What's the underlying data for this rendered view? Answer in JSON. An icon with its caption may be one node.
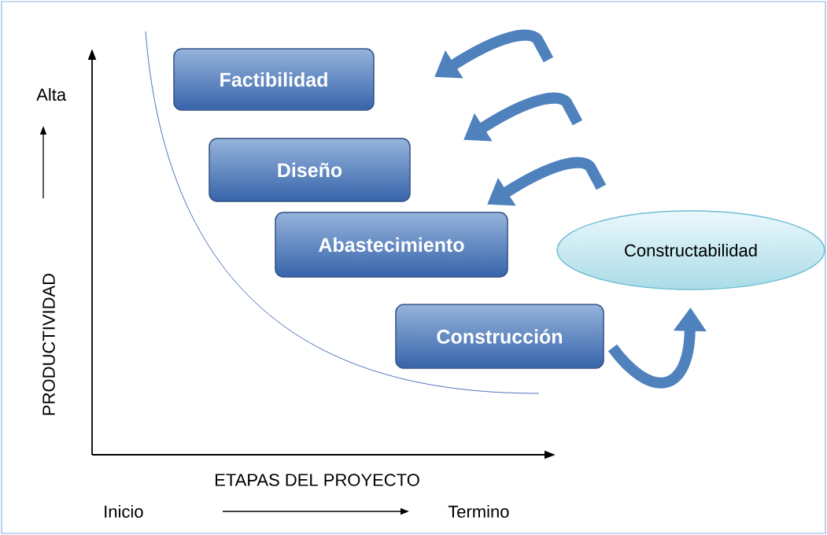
{
  "diagram": {
    "nodes": [
      {
        "text": [
          "Factibilidad"
        ]
      },
      {
        "text": [
          "Diseño"
        ]
      },
      {
        "text": [
          "Abastecimiento"
        ]
      },
      {
        "text": [
          "Construcción"
        ]
      },
      {
        "text": [
          "Constructabilidad"
        ]
      }
    ],
    "edges": [
      {
        "from": 3,
        "to": 4,
        "arrow": "to"
      }
    ],
    "labels": [
      "Alta",
      "PRODUCTIVIDAD",
      "ETAPAS DEL PROYECTO",
      "Inicio",
      "Termino"
    ]
  }
}
